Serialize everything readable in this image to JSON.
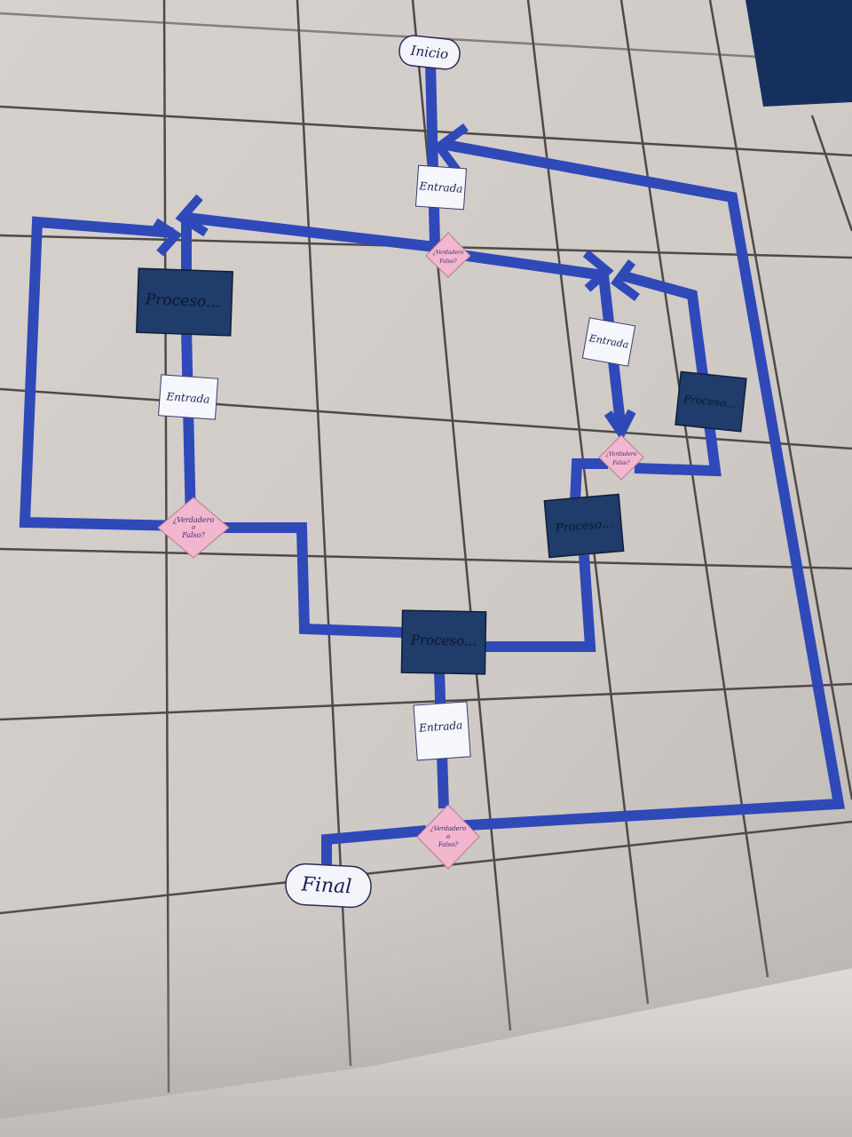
{
  "flowchart": {
    "start_label": "Inicio",
    "end_label": "Final",
    "process_label": "Proceso...",
    "input_label": "Entrada",
    "decision_label_line1": "¿Verdadero",
    "decision_label_line2": "o",
    "decision_label_line3": "Falso?"
  },
  "colors": {
    "tape": "#2f49b8",
    "floor": "#cfcac6",
    "grout": "#4a4644",
    "process_fill": "#1f3c6a",
    "input_fill": "#f6f7fc",
    "decision_fill": "#f2b7cf",
    "terminal_fill": "#f4f5fb"
  }
}
